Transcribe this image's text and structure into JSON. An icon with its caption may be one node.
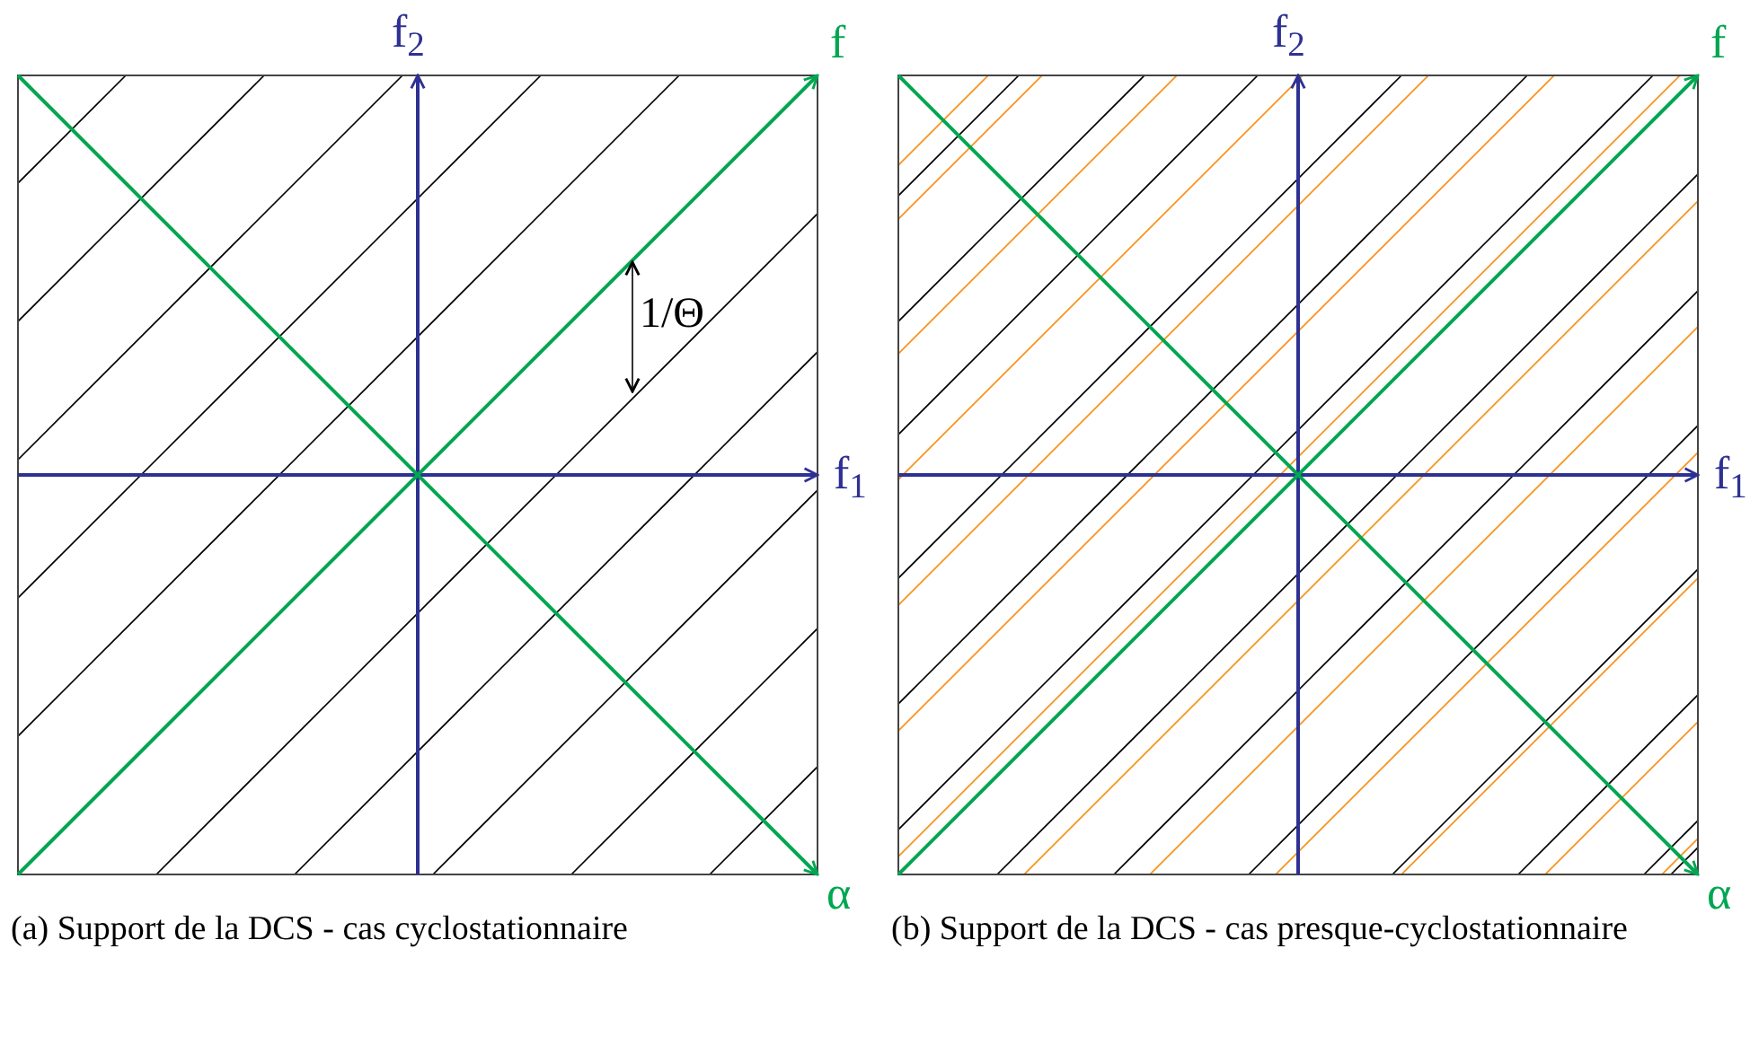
{
  "diagram": {
    "labels": [
      "f$_{2}$",
      "f",
      "f$_{1}$",
      "α",
      "1/Θ",
      "(a) Support de la DCS - cas cyclostationnaire",
      "f$_{2}$",
      "f",
      "f$_{1}$",
      "α",
      "(b) Support de la DCS - cas presque-cyclostationnaire"
    ]
  }
}
